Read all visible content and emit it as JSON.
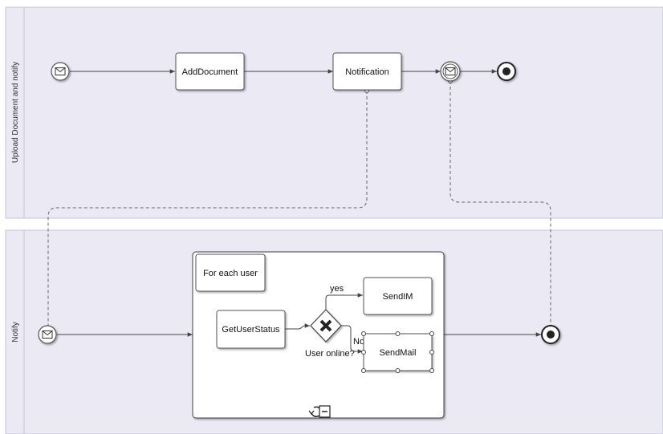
{
  "colors": {
    "lane_fill": "#eae9f4",
    "lane_stroke": "#c4c4d4",
    "node_fill": "#ffffff",
    "node_stroke": "#555555",
    "flow": "#444444",
    "message_flow": "#666666"
  },
  "lanes": {
    "top": {
      "label": "Upload Document and notify"
    },
    "bottom": {
      "label": "Notify"
    }
  },
  "tasks": {
    "add_document": "AddDocument",
    "notification": "Notification",
    "for_each_user": "For each user",
    "get_user_status": "GetUserStatus",
    "send_im": "SendIM",
    "send_mail": "SendMail"
  },
  "gateway": {
    "label": "User online?",
    "icon": "exclusive-gateway-x-icon"
  },
  "flow_labels": {
    "yes": "yes",
    "no": "No"
  },
  "icons": {
    "start_message": "envelope-icon",
    "intermediate_message": "envelope-icon",
    "end_event": "end-event-icon",
    "loop_marker": "loop-icon",
    "collapse_marker": "collapse-minus-icon"
  }
}
